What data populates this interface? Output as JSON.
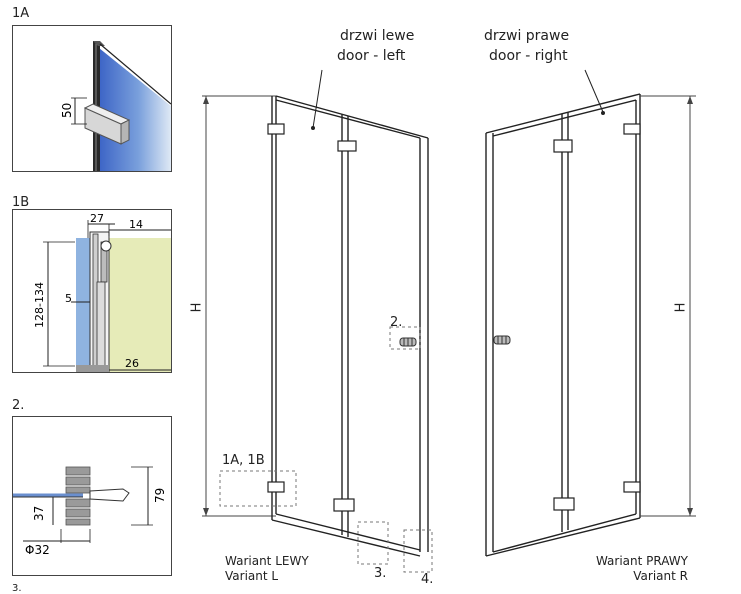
{
  "panels": {
    "p1a": {
      "label": "1A",
      "dim_50": "50"
    },
    "p1b": {
      "label": "1B",
      "dim_27": "27",
      "dim_14": "14",
      "dim_range": "128-134",
      "dim_5": "5",
      "dim_26": "26"
    },
    "p2": {
      "label": "2.",
      "dim_37": "37",
      "dim_79": "79",
      "dim_phi": "Φ32"
    },
    "p3_label": "3."
  },
  "left_door": {
    "title_pl": "drzwi lewe",
    "title_en": "door - left",
    "height_label": "H",
    "detail_1a1b": "1A, 1B",
    "detail_2": "2.",
    "detail_3": "3.",
    "detail_4": "4.",
    "variant_pl": "Wariant LEWY",
    "variant_en": "Variant L"
  },
  "right_door": {
    "title_pl": "drzwi prawe",
    "title_en": "door - right",
    "height_label": "H",
    "variant_pl": "Wariant PRAWY",
    "variant_en": "Variant R"
  },
  "colors": {
    "glass_blue": "#8fb3e0",
    "wall_yellow": "#e6ebb8",
    "profile_gray": "#9a9a9a"
  }
}
